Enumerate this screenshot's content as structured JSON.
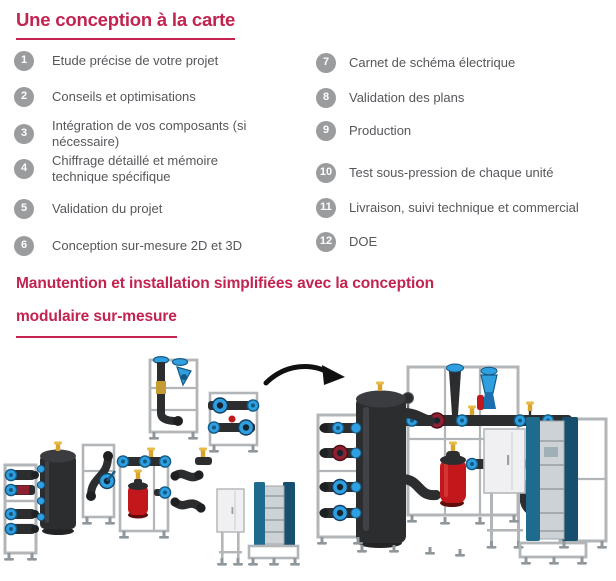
{
  "page": {
    "background": "#ffffff",
    "accent_color": "#c2234f",
    "text_color": "#56575b",
    "badge_color": "#9b9c9e"
  },
  "process_section": {
    "title": "Une conception à la carte",
    "steps_left": [
      {
        "num": "1",
        "label": "Etude précise de votre projet"
      },
      {
        "num": "2",
        "label": "Conseils et optimisations"
      },
      {
        "num": "3",
        "label": "Intégration de vos composants (si nécessaire)"
      },
      {
        "num": "4",
        "label": "Chiffrage détaillé et mémoire technique spécifique"
      },
      {
        "num": "5",
        "label": "Validation du projet"
      },
      {
        "num": "6",
        "label": "Conception sur-mesure 2D et 3D"
      }
    ],
    "steps_right": [
      {
        "num": "7",
        "label": "Carnet de schéma électrique"
      },
      {
        "num": "8",
        "label": "Validation des plans"
      },
      {
        "num": "9",
        "label": "Production"
      },
      {
        "num": "10",
        "label": "Test sous-pression de chaque unité"
      },
      {
        "num": "11",
        "label": "Livraison, suivi technique et commercial"
      },
      {
        "num": "12",
        "label": "DOE"
      }
    ]
  },
  "handling_section": {
    "title_line1": "Manutention et installation simplifiées avec la conception",
    "title_line2": "modulaire sur-mesure"
  },
  "illustration_colors": {
    "frame_gray": "#b2b6b9",
    "pipe_black": "#2c2d2f",
    "pump_blue": "#2f9fe0",
    "vessel_red": "#c2181b",
    "pump_maroon": "#8e2030",
    "exchanger_teal": "#1f6b8e",
    "cabinet_white": "#f0f0f2",
    "brass_yellow": "#d8a42c",
    "arrow_black": "#101010"
  }
}
